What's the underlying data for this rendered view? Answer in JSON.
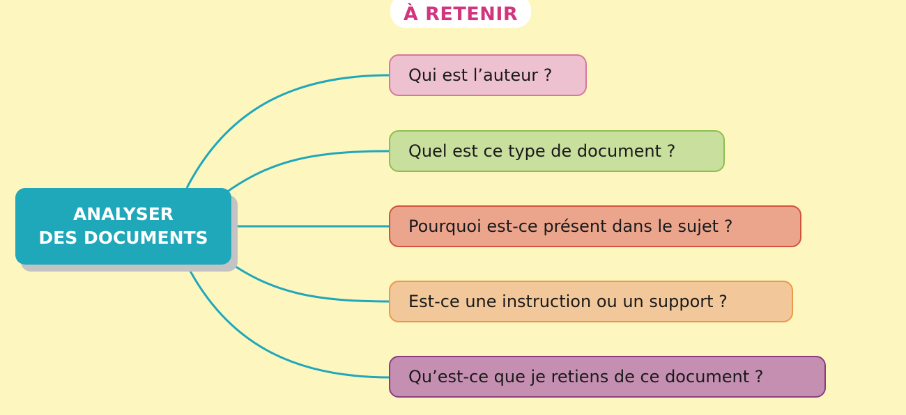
{
  "header": {
    "title": "À RETENIR"
  },
  "center": {
    "line1": "ANALYSER",
    "line2": "DES DOCUMENTS"
  },
  "branches": [
    {
      "label": "Qui est l’auteur ?"
    },
    {
      "label": "Quel est ce type de document ?"
    },
    {
      "label": "Pourquoi est-ce présent dans le sujet ?"
    },
    {
      "label": "Est-ce une instruction ou un support ?"
    },
    {
      "label": "Qu’est-ce que je retiens de ce document ?"
    }
  ],
  "colors": {
    "background": "#FEF6BF",
    "connector": "#1FA7BA",
    "title": "#D1357E",
    "center_node": "#1FA7BA",
    "branch_fills": [
      "#EEC1D1",
      "#C9DF9E",
      "#EBA58D",
      "#F2C89B",
      "#C58FB2"
    ]
  }
}
